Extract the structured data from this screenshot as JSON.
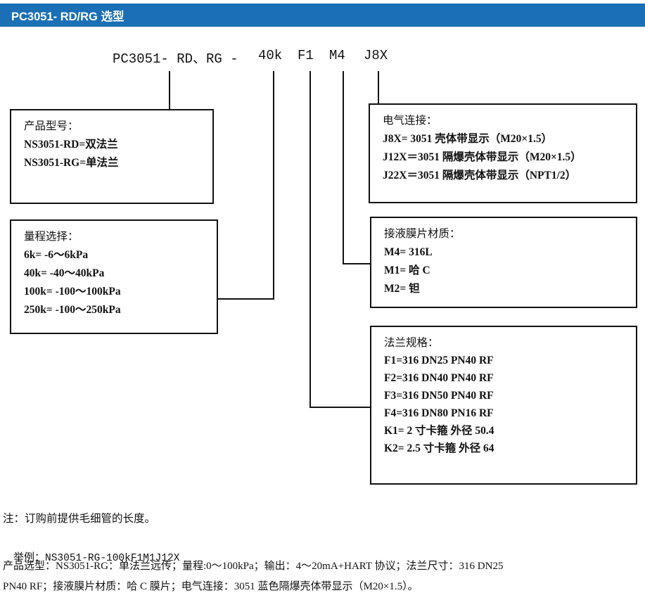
{
  "header": {
    "title": "PC3051- RD/RG 选型",
    "bar_color": "#1a6fb5",
    "text_color": "#ffffff"
  },
  "code_line": {
    "full": "PC3051- RD、RG -  40k  F1  M4  J8X",
    "segments": [
      {
        "key": "model",
        "text": "PC3051- RD、RG -"
      },
      {
        "key": "range",
        "text": "40k"
      },
      {
        "key": "flange",
        "text": "F1"
      },
      {
        "key": "diaphragm",
        "text": "M4"
      },
      {
        "key": "electrical",
        "text": "J8X"
      }
    ]
  },
  "boxes": {
    "model": {
      "title": "产品型号：",
      "items": [
        "NS3051-RD=双法兰",
        "NS3051-RG=单法兰"
      ]
    },
    "range": {
      "title": "量程选择：",
      "items": [
        "6k= -6～6kPa",
        "40k= -40～40kPa",
        "100k= -100～100kPa",
        "250k= -100～250kPa"
      ]
    },
    "electrical": {
      "title": "电气连接：",
      "items": [
        "J8X= 3051 壳体带显示（M20×1.5）",
        "J12X＝3051 隔爆壳体带显示（M20×1.5）",
        "J22X＝3051 隔爆壳体带显示（NPT1/2）"
      ]
    },
    "diaphragm": {
      "title": "接液膜片材质：",
      "items": [
        "M4= 316L",
        "M1= 哈 C",
        "M2= 钽"
      ]
    },
    "flange": {
      "title": "法兰规格：",
      "items": [
        "F1=316 DN25 PN40 RF",
        "F2=316 DN40 PN40 RF",
        "F3=316 DN50 PN40 RF",
        "F4=316 DN80 PN16 RF",
        "K1= 2 寸卡箍 外径 50.4",
        "K2= 2.5 寸卡箍 外径 64"
      ]
    }
  },
  "footer": {
    "note": "注：订购前提供毛细管的长度。",
    "example_label": "举例：",
    "example_code": "NS3051-RG-100kF1M1J12X",
    "selection_line1": "产品选型：NS3051-RG：单法兰远传；量程:0～100kPa；输出：4～20mA+HART 协议；法兰尺寸：316 DN25",
    "selection_line2": "PN40 RF；接液膜片材质：哈 C 膜片；电气连接：3051 蓝色隔爆壳体带显示（M20×1.5）。"
  }
}
